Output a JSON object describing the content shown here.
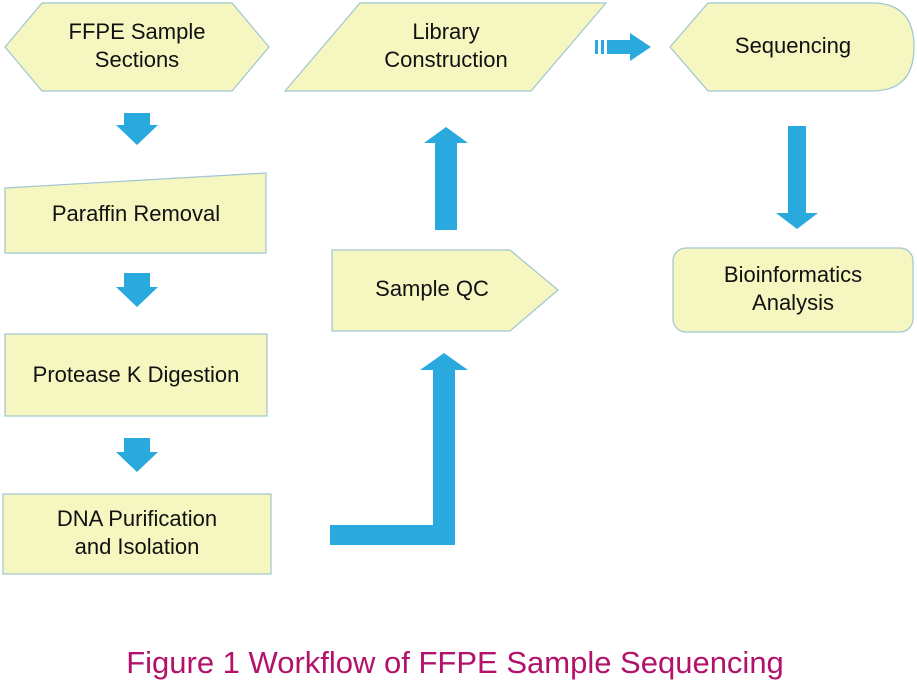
{
  "nodes": {
    "ffpe_sample_sections": {
      "line1": "FFPE Sample",
      "line2": "Sections"
    },
    "paraffin_removal": {
      "label": "Paraffin Removal"
    },
    "protease_k_digestion": {
      "label": "Protease K Digestion"
    },
    "dna_purification": {
      "line1": "DNA Purification",
      "line2": "and Isolation"
    },
    "sample_qc": {
      "label": "Sample QC"
    },
    "library_construction": {
      "line1": "Library",
      "line2": "Construction"
    },
    "sequencing": {
      "label": "Sequencing"
    },
    "bioinformatics": {
      "line1": "Bioinformatics",
      "line2": "Analysis"
    }
  },
  "caption": "Figure 1 Workflow of FFPE Sample Sequencing",
  "colors": {
    "box_fill": "#f6f6c0",
    "box_stroke": "#9fc6d2",
    "arrow": "#29a9de",
    "caption": "#b3126b"
  }
}
